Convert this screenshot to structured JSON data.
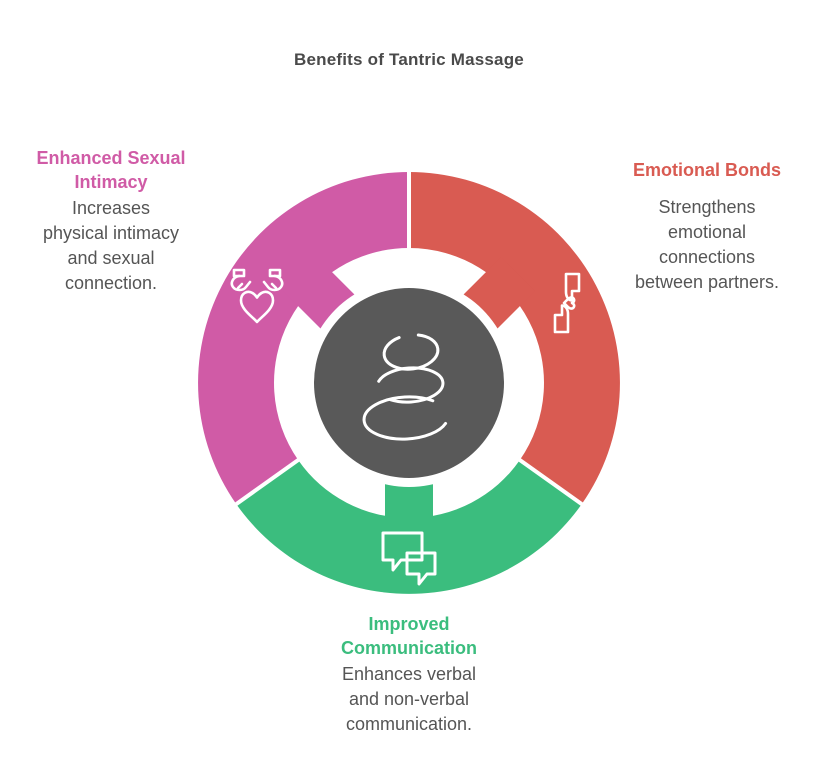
{
  "title": "Benefits of Tantric Massage",
  "center": {
    "icon": "zen-stones-icon",
    "color": "#595959"
  },
  "segments": [
    {
      "name": "enhanced-sexual-intimacy",
      "label": "Enhanced Sexual\nIntimacy",
      "description": "Increases\nphysical intimacy\nand sexual\nconnection.",
      "color": "#d05ba6",
      "icon": "hands-holding-heart-icon"
    },
    {
      "name": "emotional-bonds",
      "label": "Emotional Bonds",
      "description": "Strengthens\nemotional\nconnections\nbetween partners.",
      "color": "#d95b52",
      "icon": "hands-giving-heart-icon"
    },
    {
      "name": "improved-communication",
      "label": "Improved\nCommunication",
      "description": "Enhances verbal\nand non-verbal\ncommunication.",
      "color": "#3bbd7e",
      "icon": "chat-bubbles-icon"
    }
  ],
  "text_colors": {
    "title": "#4a4a4a",
    "body": "#555555"
  }
}
